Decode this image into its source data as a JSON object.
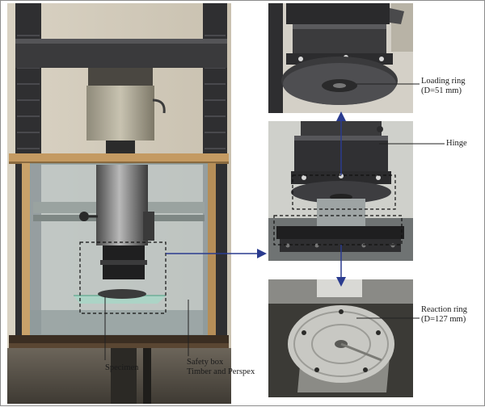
{
  "labels": {
    "loading_ring": "Loading ring",
    "loading_ring_dim": "(D=51 mm)",
    "hinge": "Hinge",
    "reaction_ring": "Reaction ring",
    "reaction_ring_dim": "(D=127 mm)",
    "specimen": "Specimen",
    "safety_box": "Safety box",
    "safety_box_material": "Timber and Perspex"
  },
  "colors": {
    "arrow": "#2a3b8f",
    "leader": "#222222",
    "dash_box": "#111111"
  }
}
